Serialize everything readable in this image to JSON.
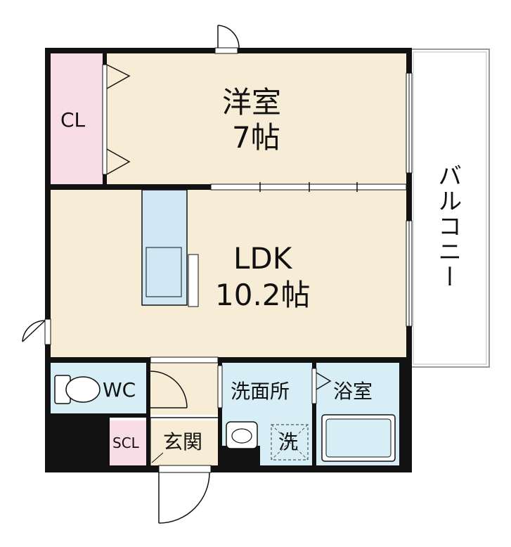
{
  "floorplan": {
    "rooms": [
      {
        "id": "western",
        "name": "洋室",
        "size": "7帖",
        "fill": "#f7ecd6"
      },
      {
        "id": "ldk",
        "name": "LDK",
        "size": "10.2帖",
        "fill": "#f7ecd6"
      },
      {
        "id": "closet",
        "name": "CL",
        "fill": "#f9dde6"
      },
      {
        "id": "toilet",
        "name": "WC",
        "fill": "#d8eef6"
      },
      {
        "id": "washroom",
        "name": "洗面所",
        "fill": "#d8eef6"
      },
      {
        "id": "bath",
        "name": "浴室",
        "fill": "#d8eef6"
      },
      {
        "id": "shoe-closet",
        "name": "SCL",
        "fill": "#f9dde6"
      },
      {
        "id": "entrance",
        "name": "玄関",
        "fill": "#f7ecd6"
      },
      {
        "id": "laundry",
        "name": "洗",
        "fill": "#d8eef6"
      }
    ],
    "balcony": {
      "name": "バルコニー"
    },
    "colors": {
      "wall": "#111111",
      "fixture": "#cfe8f4",
      "balcony_line": "#9a9a9a"
    }
  }
}
